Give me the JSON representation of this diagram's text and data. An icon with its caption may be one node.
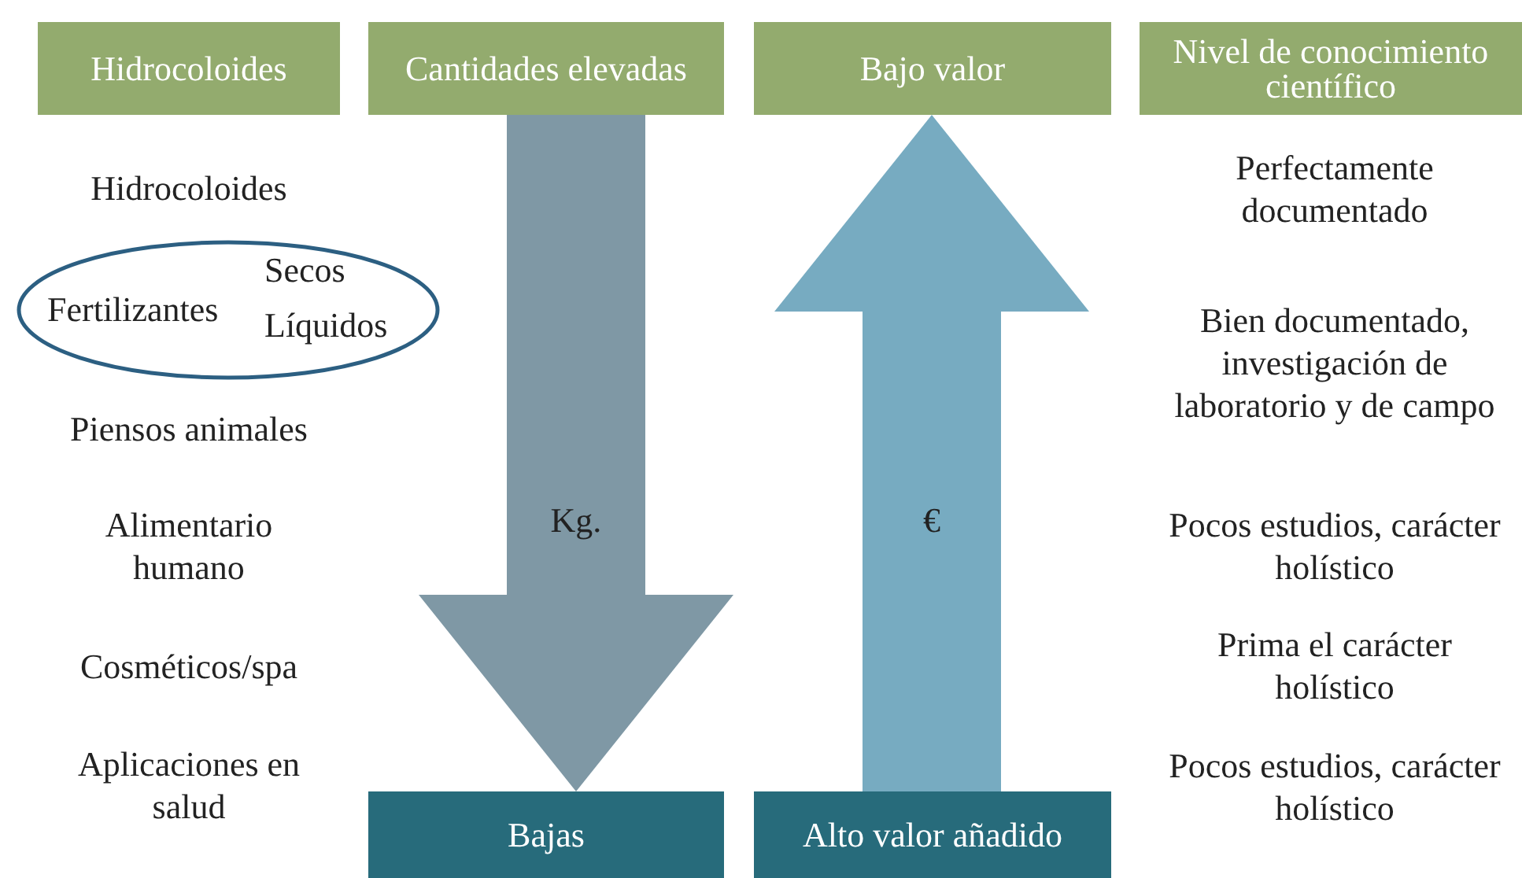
{
  "diagram": {
    "nodes": [
      {
        "text": [
          "Hidrocoloides"
        ]
      },
      {
        "text": [
          "Cantidades elevadas"
        ]
      },
      {
        "text": [
          "Bajo valor"
        ]
      },
      {
        "text": [
          "Nivel de conocimiento científico"
        ]
      },
      {
        "text": [
          "Bajas"
        ]
      },
      {
        "text": [
          "Alto valor añadido"
        ]
      },
      {
        "text": [
          "Fertilizantes",
          "Secos",
          "Líquidos"
        ]
      }
    ],
    "edges": [
      {
        "from": 1,
        "to": 4,
        "arrow": "to",
        "label": "Kg.",
        "color": "#7f98a5"
      },
      {
        "from": 5,
        "to": 2,
        "arrow": "to",
        "label": "€",
        "color": "#77abc1"
      }
    ],
    "labels": [
      "Hidrocoloides",
      "Perfectamente documentado",
      "Bien documentado, investigación de laboratorio y de campo",
      "Piensos animales",
      "Alimentario humano",
      "Pocos estudios, carácter holístico",
      "Cosméticos/spa",
      "Prima el carácter holístico",
      "Aplicaciones en salud",
      "Pocos estudios, carácter holístico"
    ]
  }
}
